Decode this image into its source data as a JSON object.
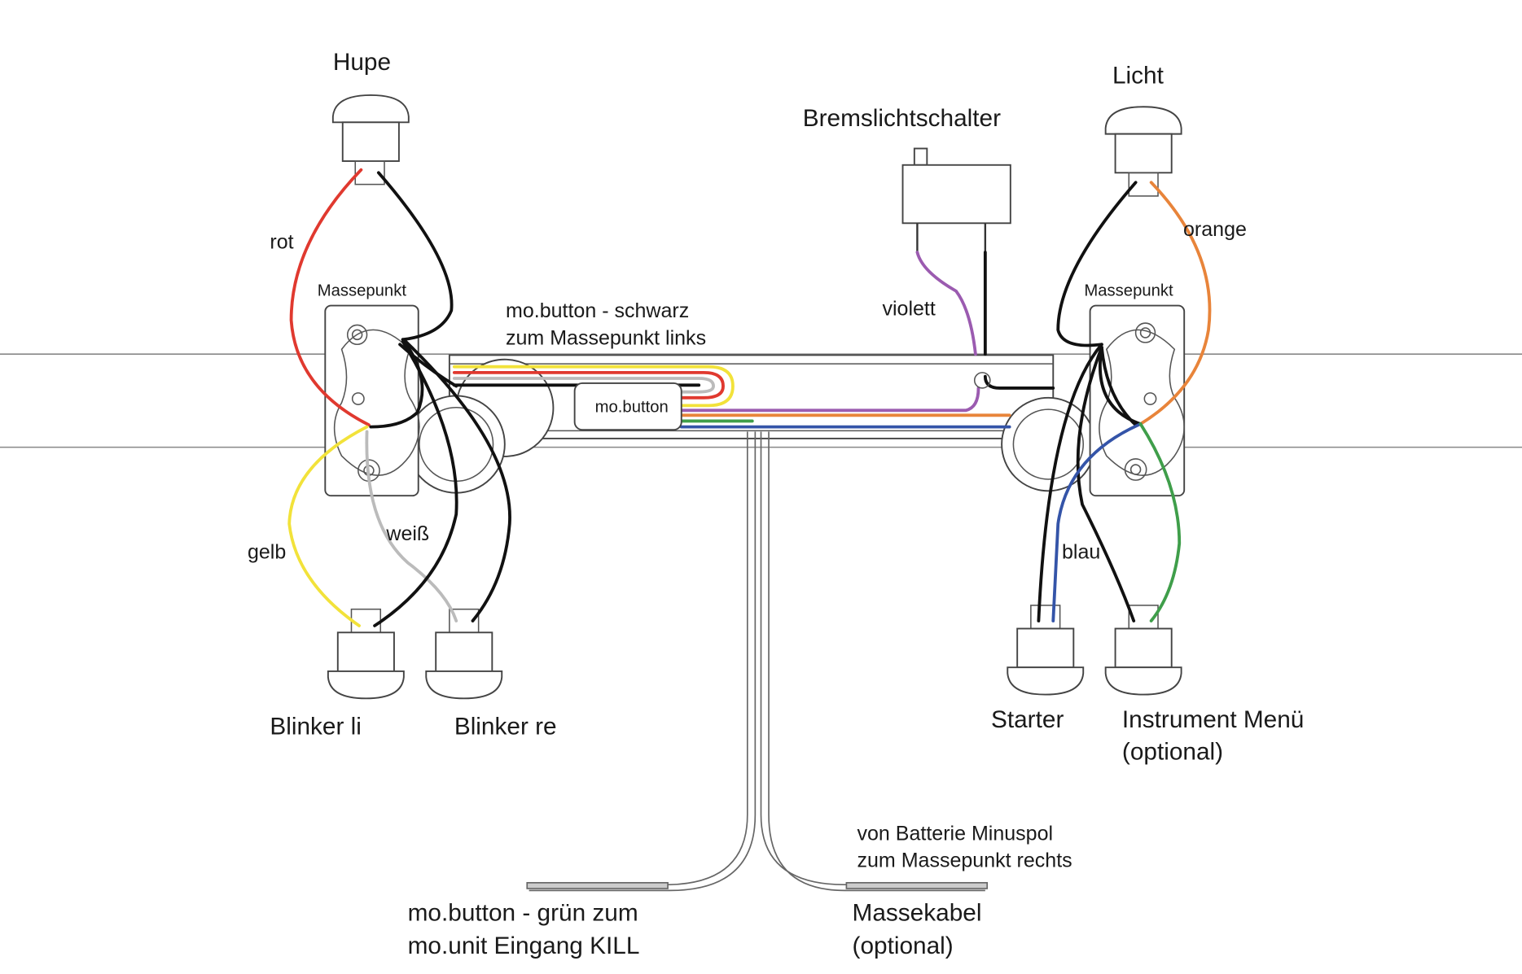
{
  "labels": {
    "hupe": "Hupe",
    "licht": "Licht",
    "bremslichtschalter": "Bremslichtschalter",
    "rot": "rot",
    "orange": "orange",
    "violett": "violett",
    "massepunkt_left": "Massepunkt",
    "massepunkt_right": "Massepunkt",
    "mobutton_schwarz_1": "mo.button - schwarz",
    "mobutton_schwarz_2": "zum Massepunkt links",
    "mobutton": "mo.button",
    "gelb": "gelb",
    "weiss": "weiß",
    "blau": "blau",
    "blinker_li": "Blinker li",
    "blinker_re": "Blinker re",
    "starter": "Starter",
    "instrument_1": "Instrument Menü",
    "instrument_2": "(optional)",
    "batterie_1": "von Batterie Minuspol",
    "batterie_2": "zum Massepunkt rechts",
    "gruen_1": "mo.button - grün zum",
    "gruen_2": "mo.unit Eingang KILL",
    "massekabel_1": "Massekabel",
    "massekabel_2": "(optional)"
  },
  "colors": {
    "red": "#e0392f",
    "black": "#111111",
    "yellow": "#f2e23a",
    "white_wire": "#b8b8b8",
    "orange": "#e8843a",
    "violet": "#9b5bb0",
    "blue": "#3454a8",
    "green": "#3f9e4a"
  }
}
